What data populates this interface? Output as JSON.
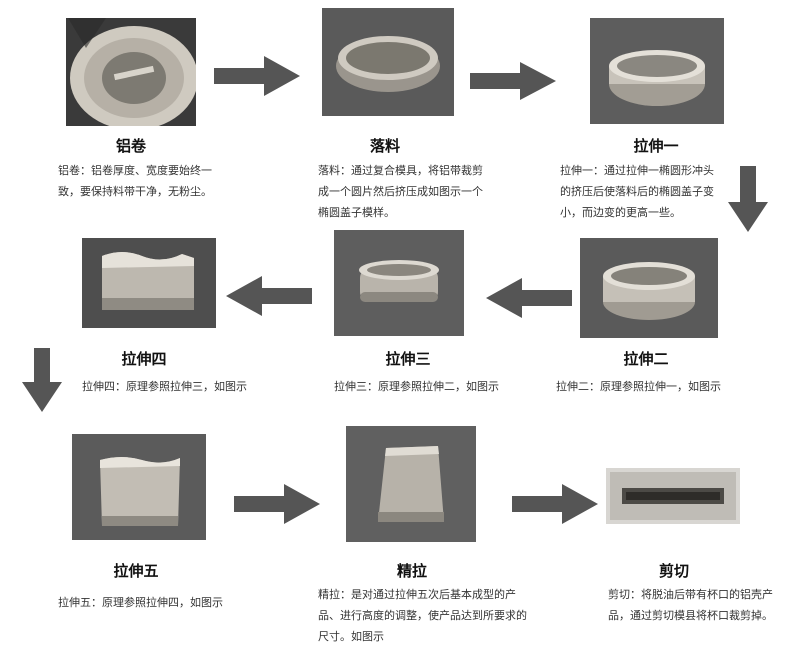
{
  "steps": [
    {
      "id": "coil",
      "title": "铝卷",
      "desc": "铝卷：铝卷厚度、宽度要始终一致，要保持料带干净，无粉尘。"
    },
    {
      "id": "blank",
      "title": "落料",
      "desc": "落料：通过复合模具，将铝带裁剪成一个圆片然后挤压成如图示一个椭圆盖子模样。"
    },
    {
      "id": "draw1",
      "title": "拉伸一",
      "desc": "拉伸一：通过拉伸一椭圆形冲头的挤压后使落料后的椭圆盖子变小，而边变的更高一些。"
    },
    {
      "id": "draw2",
      "title": "拉伸二",
      "desc": "拉伸二：原理参照拉伸一，如图示"
    },
    {
      "id": "draw3",
      "title": "拉伸三",
      "desc": "拉伸三：原理参照拉伸二，如图示"
    },
    {
      "id": "draw4",
      "title": "拉伸四",
      "desc": "拉伸四：原理参照拉伸三，如图示"
    },
    {
      "id": "draw5",
      "title": "拉伸五",
      "desc": "拉伸五：原理参照拉伸四，如图示"
    },
    {
      "id": "finish",
      "title": "精拉",
      "desc": "精拉：是对通过拉伸五次后基本成型的产品、进行高度的调整，使产品达到所要求的尺寸。如图示"
    },
    {
      "id": "trim",
      "title": "剪切",
      "desc": "剪切：将脱油后带有杯口的铝壳产品，通过剪切模县将杯口裁剪掉。"
    }
  ],
  "colors": {
    "arrow": "#555555",
    "photo_bg": "#4a4a4a"
  }
}
